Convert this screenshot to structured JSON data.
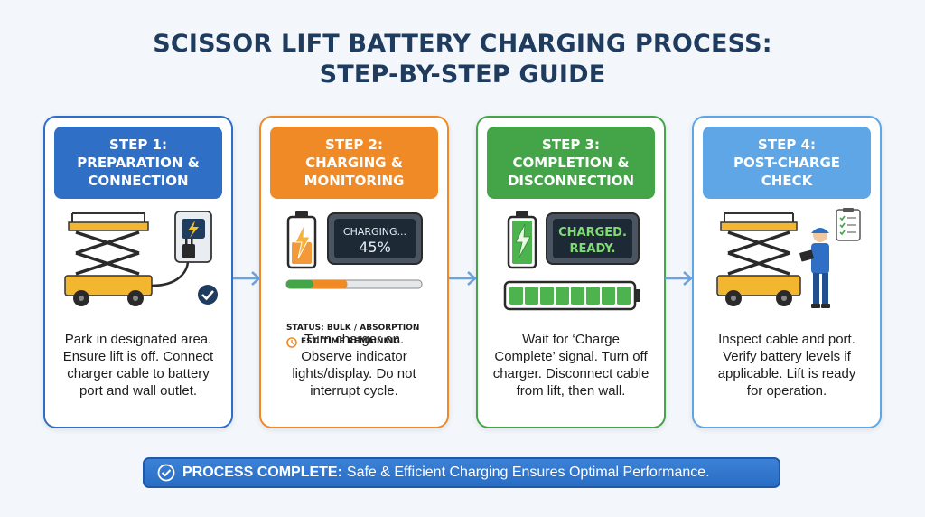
{
  "title": {
    "line1": "SCISSOR LIFT BATTERY CHARGING PROCESS:",
    "line2": "STEP-BY-STEP GUIDE"
  },
  "steps": [
    {
      "header": [
        "STEP 1:",
        "PREPARATION &",
        "CONNECTION"
      ],
      "description": [
        "Park in designated area.",
        "Ensure lift is off. Connect",
        "charger cable to battery",
        "port and wall outlet."
      ],
      "color": "#2f6fc6",
      "icons": [
        "scissor-lift-icon",
        "wall-outlet-icon",
        "plug-icon",
        "checkmark-icon"
      ]
    },
    {
      "header": [
        "STEP 2:",
        "CHARGING &",
        "MONITORING"
      ],
      "description": [
        "Turn charger on.",
        "Observe indicator",
        "lights/display. Do not",
        "interrupt cycle."
      ],
      "color": "#ef8a26",
      "display_lines": [
        "CHARGING...",
        "45%"
      ],
      "status": "STATUS: BULK / ABSORPTION",
      "time_remaining": "EST. TIME REMAINING",
      "progress": 0.45,
      "icons": [
        "charging-battery-icon",
        "charger-display-icon",
        "clock-icon"
      ]
    },
    {
      "header": [
        "STEP 3:",
        "COMPLETION &",
        "DISCONNECTION"
      ],
      "description": [
        "Wait for ‘Charge",
        "Complete’ signal. Turn off",
        "charger. Disconnect cable",
        "from lift, then wall."
      ],
      "color": "#43a548",
      "display_lines": [
        "CHARGED.",
        "READY."
      ],
      "icons": [
        "full-battery-icon",
        "charger-display-icon",
        "battery-bar-icon"
      ]
    },
    {
      "header": [
        "STEP 4:",
        "POST-CHARGE",
        "CHECK"
      ],
      "description": [
        "Inspect cable and port.",
        "Verify battery levels if",
        "applicable. Lift is ready",
        "for operation."
      ],
      "color": "#5ea6e6",
      "icons": [
        "scissor-lift-icon",
        "technician-icon",
        "checklist-icon"
      ]
    }
  ],
  "banner": {
    "bold": "PROCESS COMPLETE:",
    "text": "Safe & Efficient Charging Ensures Optimal Performance."
  }
}
